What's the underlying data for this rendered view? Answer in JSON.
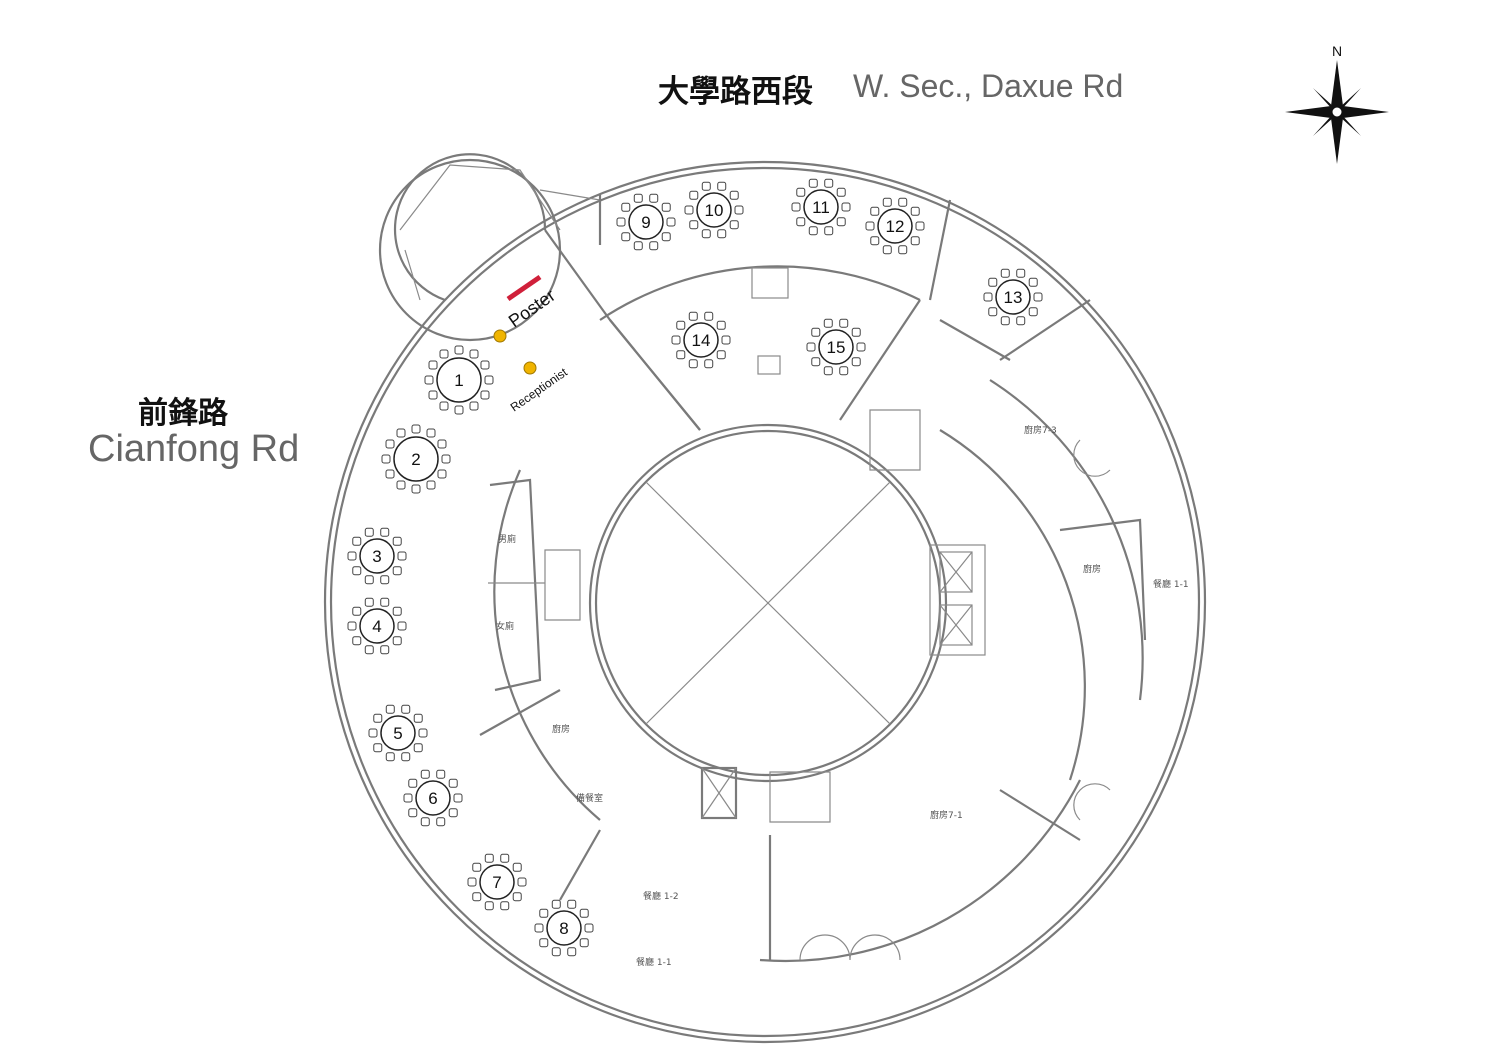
{
  "roads": {
    "north_zh": "大學路西段",
    "north_en": "W. Sec., Daxue Rd",
    "west_zh": "前鋒路",
    "west_en": "Cianfong Rd"
  },
  "compass": {
    "label": "N"
  },
  "markers": {
    "poster": "Poster",
    "receptionist": "Receptionist",
    "poster_color": "#d0203a",
    "dot_color": "#f0b400"
  },
  "tables": [
    "1",
    "2",
    "3",
    "4",
    "5",
    "6",
    "7",
    "8",
    "9",
    "10",
    "11",
    "12",
    "13",
    "14",
    "15"
  ],
  "rooms": {
    "kitchen_7_3": "廚房7-3",
    "kitchen_right": "廚房",
    "restaurant_1_1_right": "餐廳 1-1",
    "mens_restroom": "男廁",
    "womens_restroom": "女廁",
    "kitchen_left": "廚房",
    "pantry": "備餐室",
    "kitchen_7_1": "廚房7-1",
    "restaurant_1_2": "餐廳 1-2",
    "restaurant_1_1": "餐廳 1-1"
  }
}
